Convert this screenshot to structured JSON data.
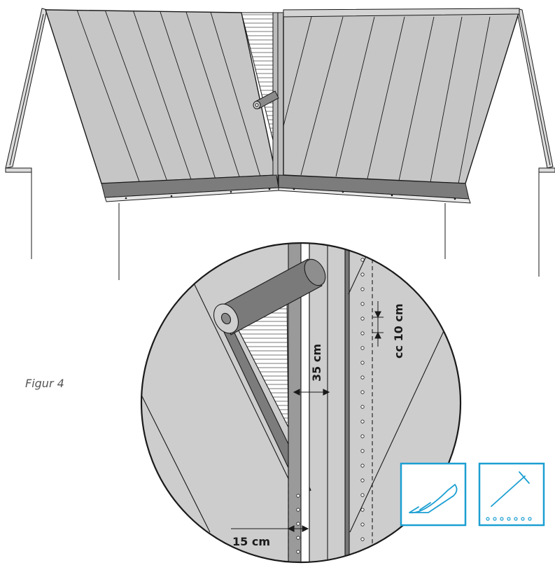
{
  "figure_caption": "Figur 4",
  "dimensions": {
    "overlap": "35 cm",
    "edge_offset": "15 cm",
    "nail_spacing": "cc 10 cm"
  },
  "icons": [
    "knife-icon",
    "nail-icon"
  ],
  "colors": {
    "roof_fill": "#c8c8c8",
    "roof_dark": "#888888",
    "line": "#1a1a1a",
    "accent": "#1c9fd2"
  }
}
